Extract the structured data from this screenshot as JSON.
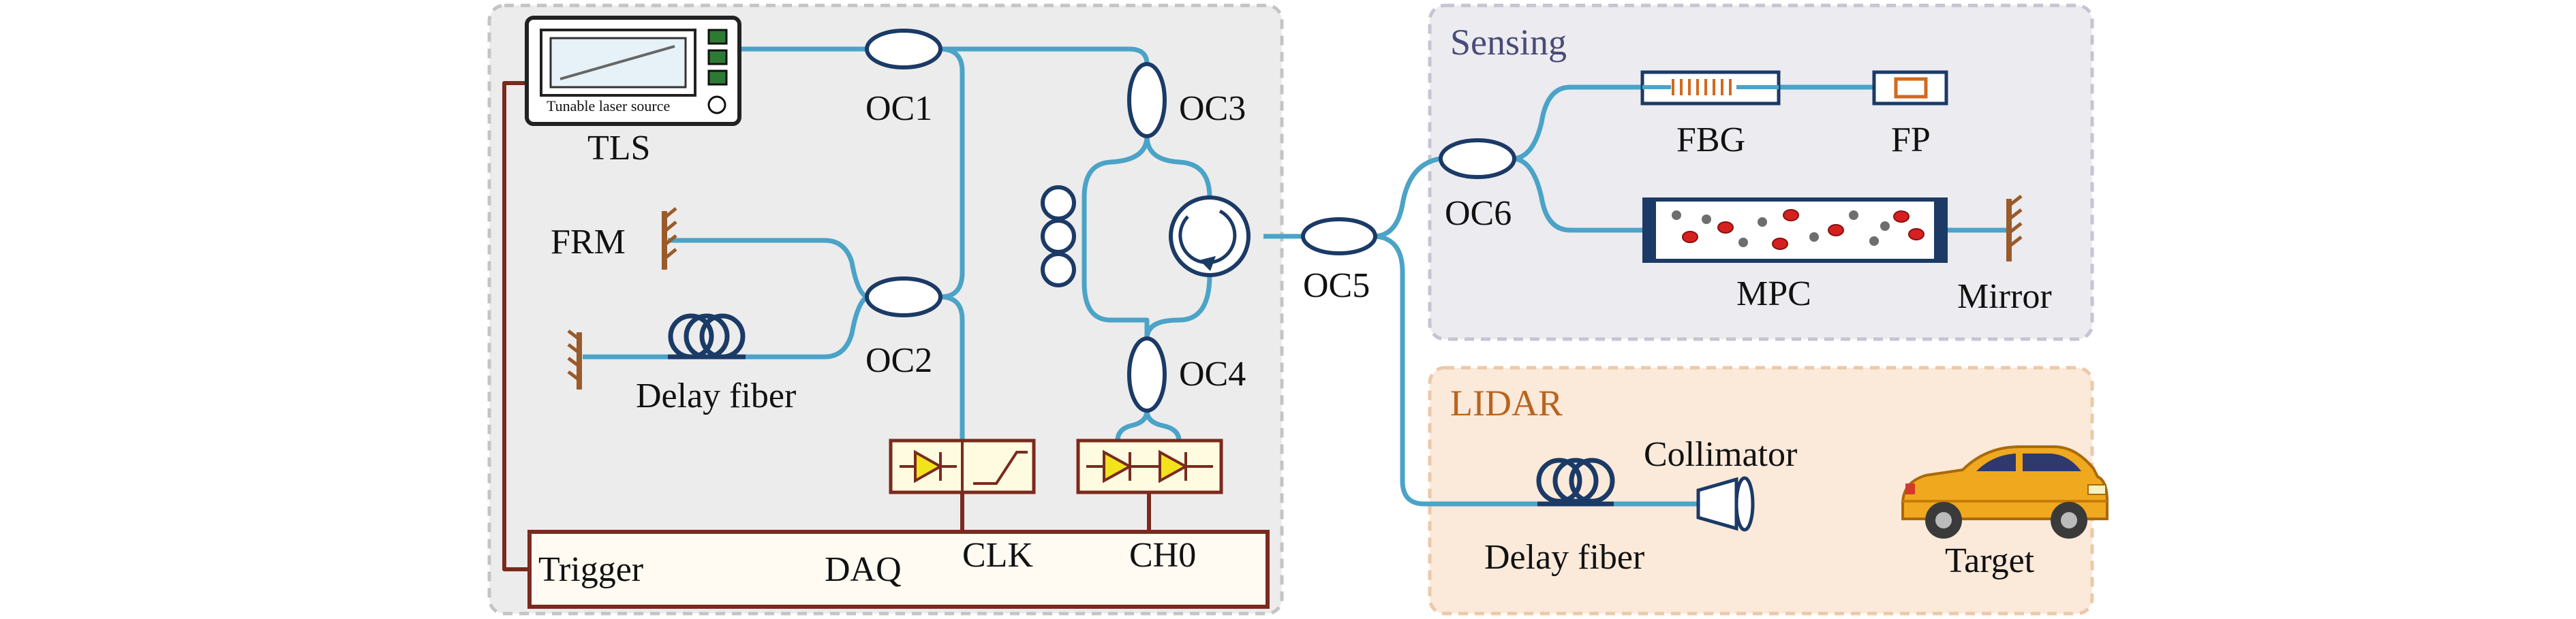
{
  "laser": {
    "panel_text": "Tunable laser source",
    "name": "TLS"
  },
  "couplers": {
    "oc1": "OC1",
    "oc2": "OC2",
    "oc3": "OC3",
    "oc4": "OC4",
    "oc5": "OC5",
    "oc6": "OC6"
  },
  "left": {
    "frm": "FRM",
    "delay_fiber": "Delay fiber",
    "daq": "DAQ",
    "trigger": "Trigger",
    "clk": "CLK",
    "ch0": "CH0"
  },
  "sensing": {
    "title": "Sensing",
    "fbg": "FBG",
    "fp": "FP",
    "mpc": "MPC",
    "mirror": "Mirror"
  },
  "lidar": {
    "title": "LIDAR",
    "delay_fiber": "Delay fiber",
    "collimator": "Collimator",
    "target": "Target"
  },
  "colors": {
    "fiber": "#4ba3c7",
    "wire": "#7a2a1e",
    "coupler_outline": "#1b3a66",
    "sensing_panel": "#ecebf0",
    "sensing_title": "#4a4b78",
    "lidar_panel": "#fbe9da",
    "lidar_title": "#b8641e",
    "left_panel": "#ececec",
    "car_body": "#f0a81e"
  }
}
